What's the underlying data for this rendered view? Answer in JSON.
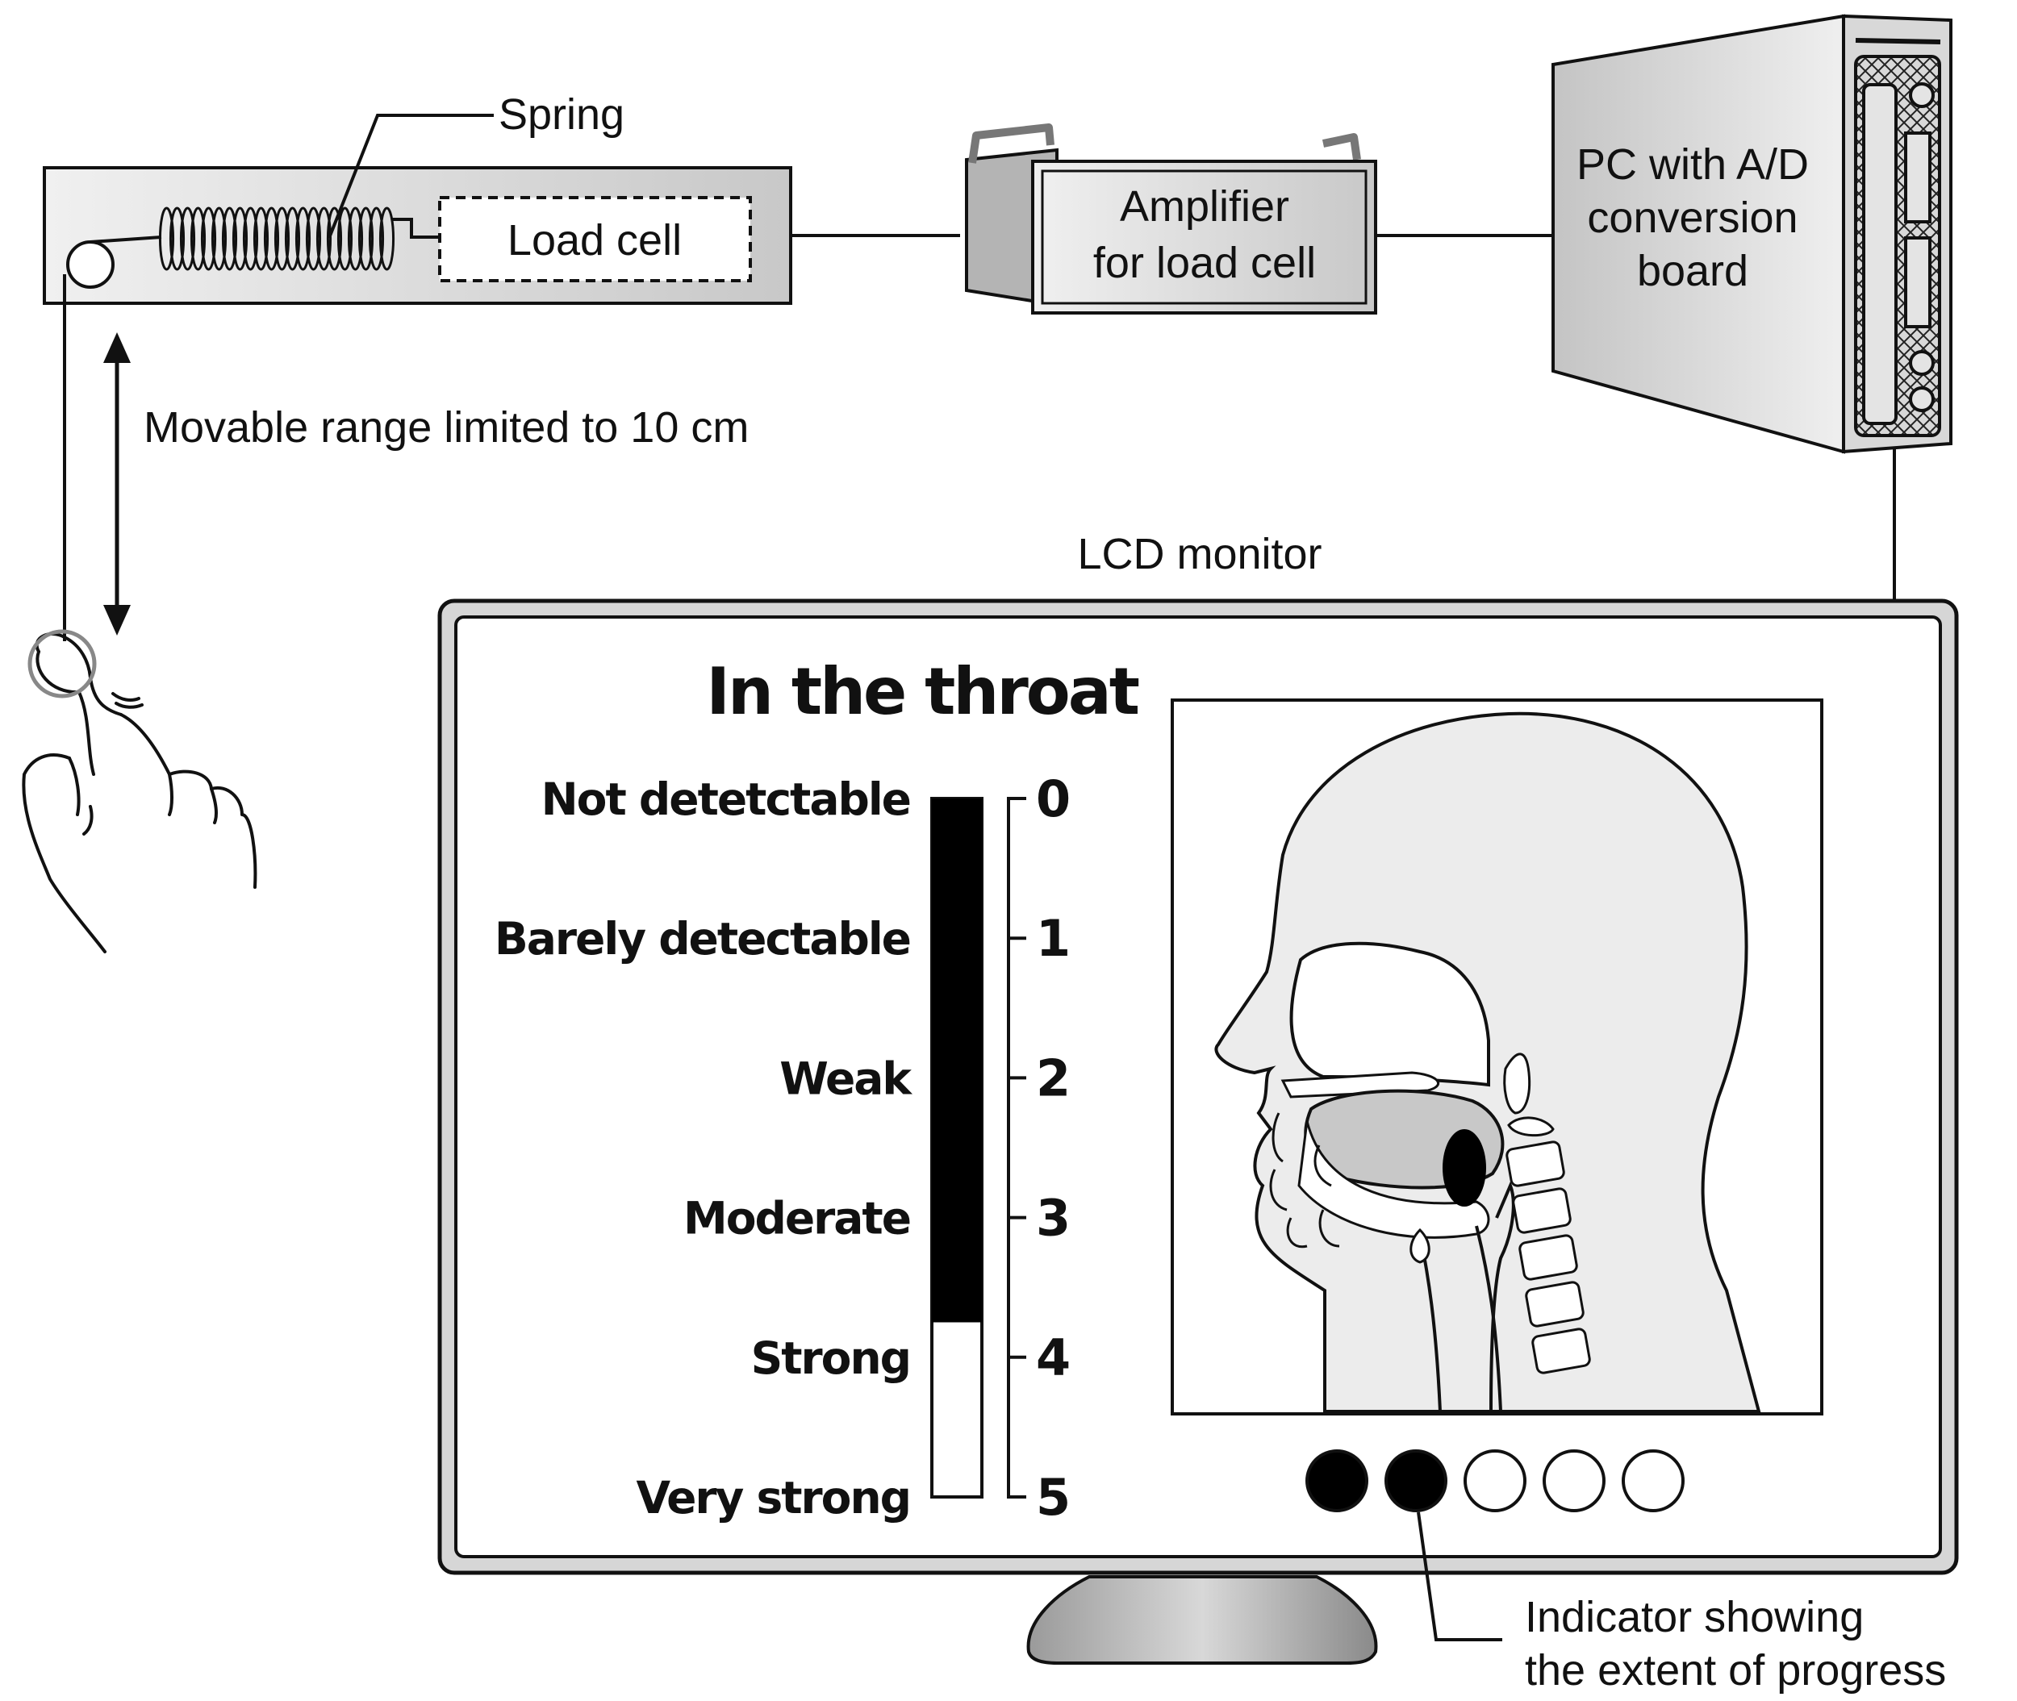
{
  "labels": {
    "spring": "Spring",
    "load_cell": "Load cell",
    "movable_range": "Movable range limited to 10 cm",
    "amplifier_line1": "Amplifier",
    "amplifier_line2": "for load cell",
    "pc_line1": "PC with A/D",
    "pc_line2": "conversion",
    "pc_line3": "board",
    "lcd_monitor": "LCD monitor",
    "indicator_line1": "Indicator showing",
    "indicator_line2": "the extent of  progress"
  },
  "screen": {
    "title": "In the throat",
    "scale_labels": [
      "Not detetctable",
      "Barely detectable",
      "Weak",
      "Moderate",
      "Strong",
      "Very strong"
    ],
    "scale_numbers": [
      "0",
      "1",
      "2",
      "3",
      "4",
      "5"
    ],
    "bar_level": 3.75,
    "bar_max": 5,
    "progress_total": 5,
    "progress_done": 2
  },
  "colors": {
    "device_fill": "#dcdcdc",
    "bar_fill": "#000000",
    "anatomy_fill": "#ececec",
    "stroke": "#111111"
  },
  "icons": [
    "finger-icon",
    "spring-icon",
    "head-anatomy-icon",
    "pc-tower-icon"
  ]
}
